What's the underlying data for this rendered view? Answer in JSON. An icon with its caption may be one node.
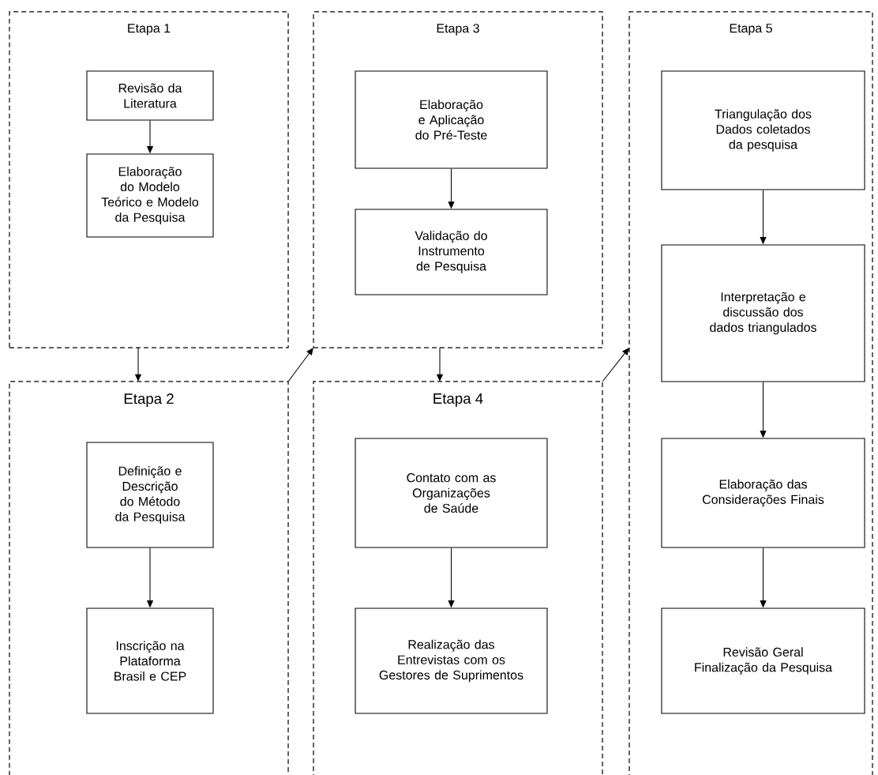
{
  "diagram": {
    "nodes": [
      {
        "text": [
          "Etapa 1"
        ]
      },
      {
        "text": [
          "Revisão da Literatura"
        ],
        "in": 0
      },
      {
        "text": [
          "Elaboração do Modelo Teórico e Modelo da Pesquisa"
        ],
        "in": 0
      },
      {
        "text": [
          "Etapa 2"
        ]
      },
      {
        "text": [
          "Definição e Descrição do Método da Pesquisa"
        ],
        "in": 3
      },
      {
        "text": [
          "Inscrição na Plataforma Brasil e CEP"
        ],
        "in": 3
      },
      {
        "text": [
          "Etapa 3"
        ]
      },
      {
        "text": [
          "Elaboração e Aplicação do Pré-Teste"
        ],
        "in": 6
      },
      {
        "text": [
          "Validação do Instrumento de Pesquisa"
        ],
        "in": 6
      },
      {
        "text": [
          "Etapa 4"
        ]
      },
      {
        "text": [
          "Contato com as Organizações de Saúde"
        ],
        "in": 9
      },
      {
        "text": [
          "Realização das Entrevistas com os Gestores de Suprimentos"
        ],
        "in": 9
      },
      {
        "text": [
          "Etapa 5"
        ]
      },
      {
        "text": [
          "Triangulação dos Dados coletados da pesquisa"
        ],
        "in": 12
      },
      {
        "text": [
          "Interpretação e discussão dos dados triangulados"
        ],
        "in": 12
      },
      {
        "text": [
          "Elaboração das Considerações Finais"
        ],
        "in": 12
      },
      {
        "text": [
          "Revisão Geral Finalização da Pesquisa"
        ],
        "in": 12
      }
    ],
    "edges": [
      {
        "from": 1,
        "to": 2,
        "arrow": "to"
      },
      {
        "from": 0,
        "to": 3,
        "arrow": "to"
      },
      {
        "from": 4,
        "to": 5,
        "arrow": "to"
      },
      {
        "from": 3,
        "to": 6,
        "arrow": "to"
      },
      {
        "from": 7,
        "to": 8,
        "arrow": "to"
      },
      {
        "from": 6,
        "to": 9,
        "arrow": "to"
      },
      {
        "from": 10,
        "to": 11,
        "arrow": "to"
      },
      {
        "from": 9,
        "to": 12,
        "arrow": "to"
      },
      {
        "from": 13,
        "to": 14,
        "arrow": "to"
      },
      {
        "from": 14,
        "to": 15,
        "arrow": "to"
      },
      {
        "from": 15,
        "to": 16,
        "arrow": "to"
      }
    ]
  }
}
